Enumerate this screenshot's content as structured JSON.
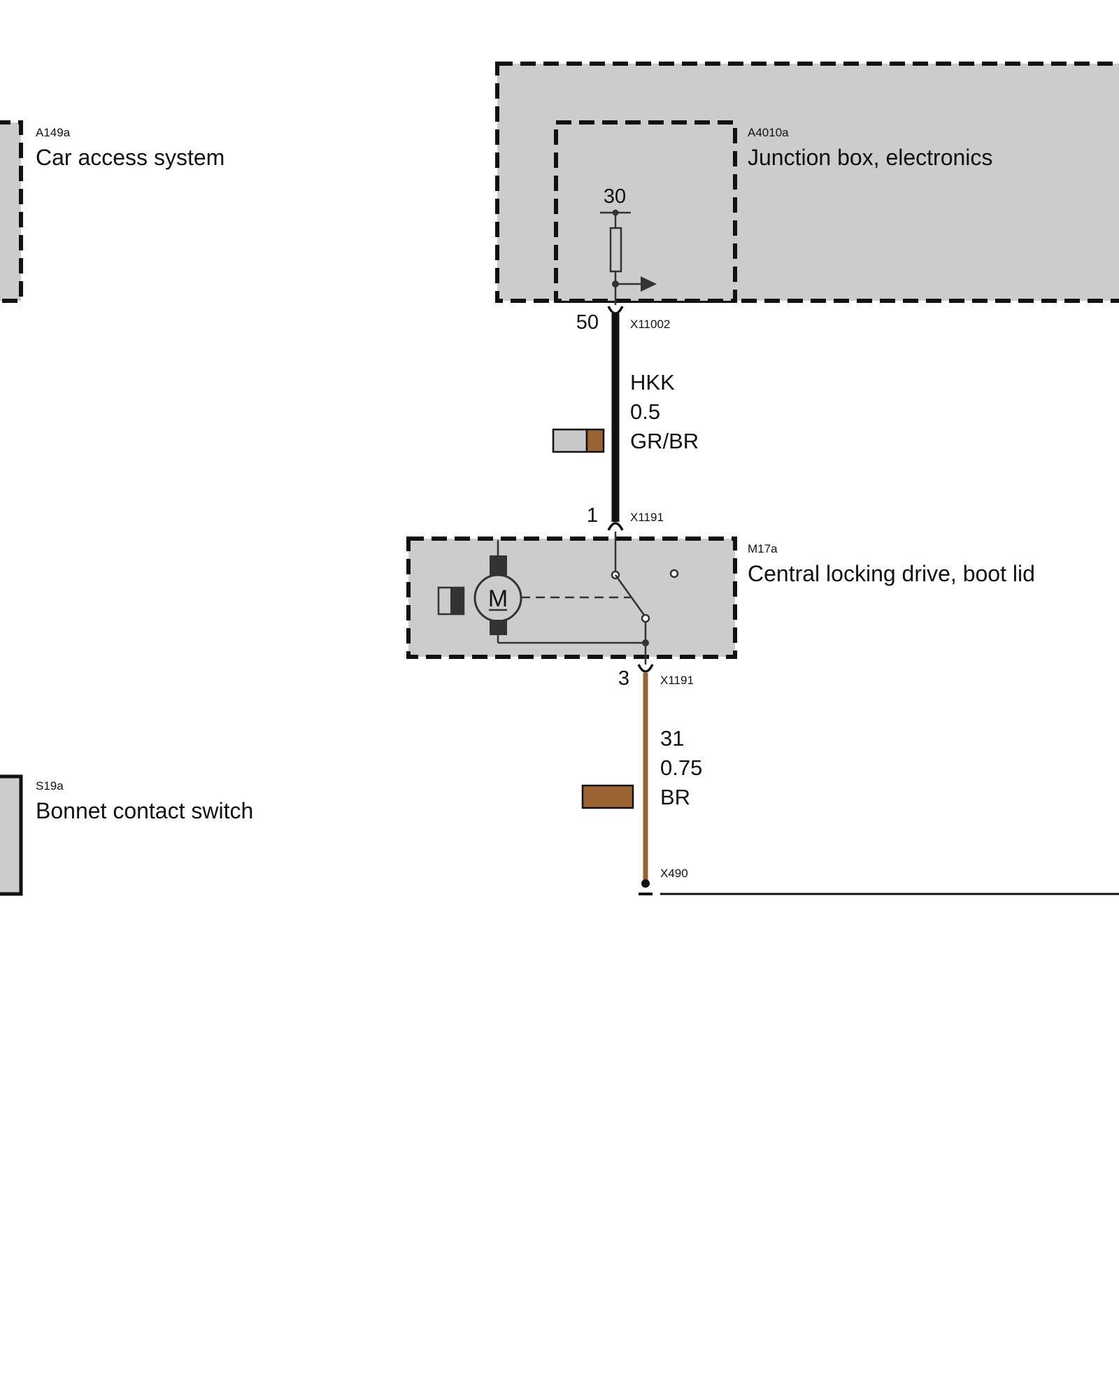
{
  "components": [
    {
      "code": "A149a",
      "name": "Car access system"
    },
    {
      "code": "A4010a",
      "name": "Junction box, electronics"
    },
    {
      "code": "M17a",
      "name": "Central locking drive, boot lid"
    },
    {
      "code": "S19a",
      "name": "Bonnet contact switch"
    }
  ],
  "junction_box": {
    "terminal": "30"
  },
  "connectors": {
    "x11002": {
      "id": "X11002",
      "pin": "50"
    },
    "x1191_top": {
      "id": "X1191",
      "pin": "1"
    },
    "x1191_bottom": {
      "id": "X1191",
      "pin": "3"
    },
    "x490": {
      "id": "X490"
    }
  },
  "wires": [
    {
      "signal": "HKK",
      "gauge": "0.5",
      "color_code": "GR/BR",
      "colors": [
        "#c8c8c8",
        "#9a6432"
      ]
    },
    {
      "signal": "31",
      "gauge": "0.75",
      "color_code": "BR",
      "colors": [
        "#9a6432"
      ]
    }
  ],
  "motor_symbol": "M"
}
